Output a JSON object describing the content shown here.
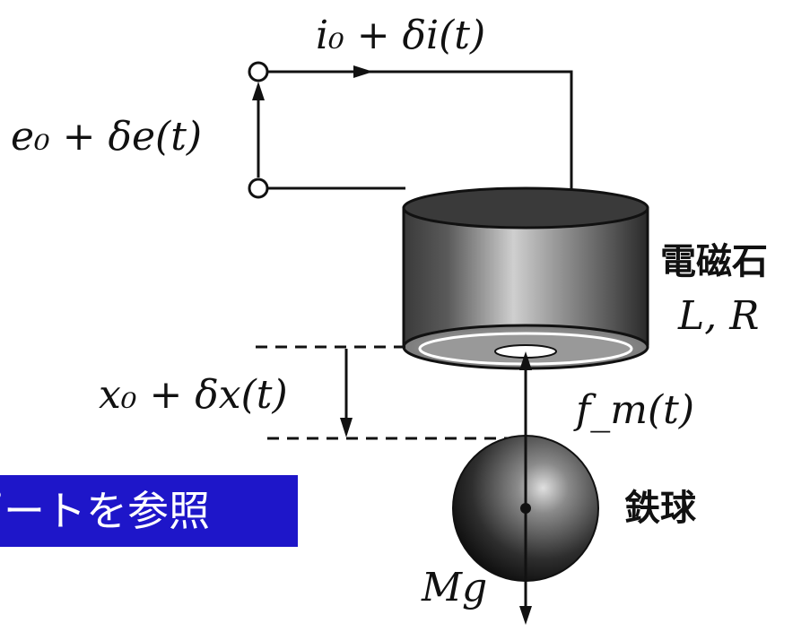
{
  "labels": {
    "current": "i₀ + δi(t)",
    "voltage": "e₀ + δe(t)",
    "displacement": "x₀ + δx(t)",
    "magnetic_force": "f_m(t)",
    "weight": "Mg",
    "params": "L,  R"
  },
  "electromagnet_label": "電磁石",
  "ball_label": "鉄球",
  "banner_text": "ポートを参照",
  "colors": {
    "banner": "#1e16c9",
    "ink": "#111111"
  }
}
